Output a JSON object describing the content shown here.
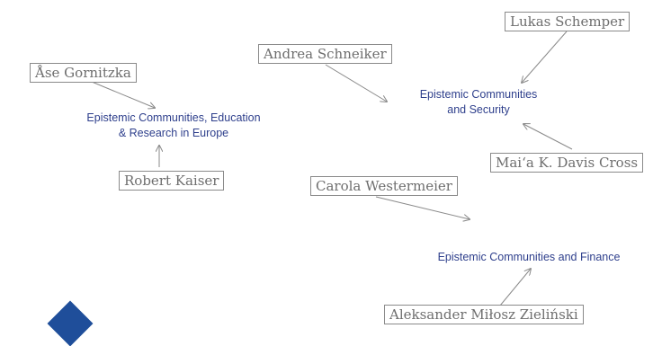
{
  "authors": {
    "gornitzka": "Åse Gornitzka",
    "kaiser": "Robert Kaiser",
    "schneiker": "Andrea Schneiker",
    "schemper": "Lukas Schemper",
    "davis_cross": "Mai‘a K. Davis Cross",
    "westermeier": "Carola Westermeier",
    "zielinski": "Aleksander Miłosz Zieliński"
  },
  "topics": {
    "education": {
      "line1": "Epistemic  Communities,  Education",
      "line2": "& Research in Europe"
    },
    "security": {
      "line1": "Epistemic Communities",
      "line2": "and Security"
    },
    "finance": {
      "line1": "Epistemic Communities and Finance"
    }
  },
  "colors": {
    "topic_text": "#2e3f8c",
    "author_text": "#6e6e6e",
    "border": "#8a8a8a",
    "logo": "#1f4e9a"
  }
}
